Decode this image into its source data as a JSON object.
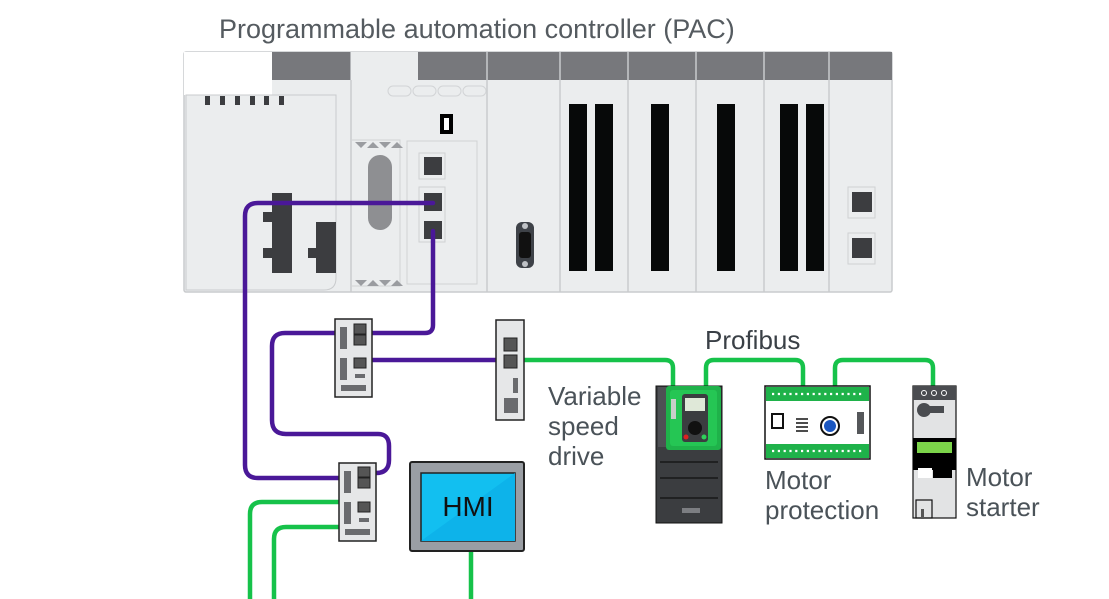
{
  "diagram": {
    "title": "Programmable automation controller (PAC)",
    "network_label": "Profibus",
    "devices": {
      "variable_speed_drive": {
        "line1": "Variable",
        "line2": "speed",
        "line3": "drive"
      },
      "motor_protection": {
        "line1": "Motor",
        "line2": "protection"
      },
      "motor_starter": {
        "line1": "Motor",
        "line2": "starter"
      },
      "hmi": {
        "label": "HMI"
      }
    },
    "colors": {
      "ethernet_cable": "#4a1898",
      "profibus_cable": "#16c24a",
      "device_green": "#1fb24a",
      "hmi_screen": "#12bff0",
      "rack_dark": "#77787c",
      "rack_body": "#ebedee"
    }
  }
}
